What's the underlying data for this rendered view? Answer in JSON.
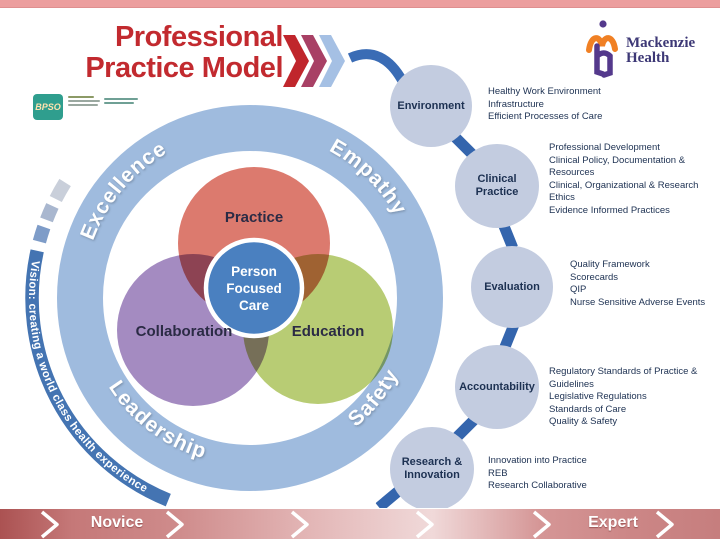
{
  "header": {
    "title_line1": "Professional",
    "title_line2": "Practice Model"
  },
  "logos": {
    "bpso_label": "BPSO",
    "mackenzie_line1": "Mackenzie",
    "mackenzie_line2": "Health"
  },
  "vision_ribbon": "Vision: creating a world class health experience",
  "ring_words": {
    "top_left": "Excellence",
    "top_right": "Empathy",
    "bottom_left": "Leadership",
    "bottom_right": "Safety"
  },
  "venn": {
    "practice": "Practice",
    "collaboration": "Collaboration",
    "education": "Education",
    "center_lines": [
      "Person",
      "Focused",
      "Care"
    ]
  },
  "chain": [
    {
      "label": "Environment",
      "bullets": [
        "Healthy Work Environment",
        "Infrastructure",
        "Efficient Processes of Care"
      ]
    },
    {
      "label": "Clinical Practice",
      "bullets": [
        "Professional Development",
        "Clinical Policy, Documentation & Resources",
        "Clinical, Organizational & Research Ethics",
        "Evidence Informed Practices"
      ]
    },
    {
      "label": "Evaluation",
      "bullets": [
        "Quality Framework",
        "Scorecards",
        "QIP",
        "Nurse Sensitive Adverse Events"
      ]
    },
    {
      "label": "Accountability",
      "bullets": [
        "Regulatory Standards of Practice & Guidelines",
        "Legislative Regulations",
        "Standards of Care",
        "Quality & Safety"
      ]
    },
    {
      "label": "Research & Innovation",
      "bullets": [
        "Innovation into Practice",
        "REB",
        "Research Collaborative"
      ]
    }
  ],
  "proficiency_scale": {
    "left": "Novice",
    "right": "Expert"
  },
  "colors": {
    "title_red": "#c22a2f",
    "ring_blue": "#9fbbde",
    "vision_arc_blue": "#4474b2",
    "practice_circle": "#dc7a6e",
    "collaboration_circle": "#a48bc1",
    "education_circle": "#b8cc74",
    "center_circle_blue": "#4a80c0",
    "chain_circle": "#c3cce0",
    "connector_blue": "#3465ad",
    "navy_text": "#1d3152",
    "bar_dark_rose": "#ab5252",
    "bar_light_pink": "#f0d9d9"
  }
}
